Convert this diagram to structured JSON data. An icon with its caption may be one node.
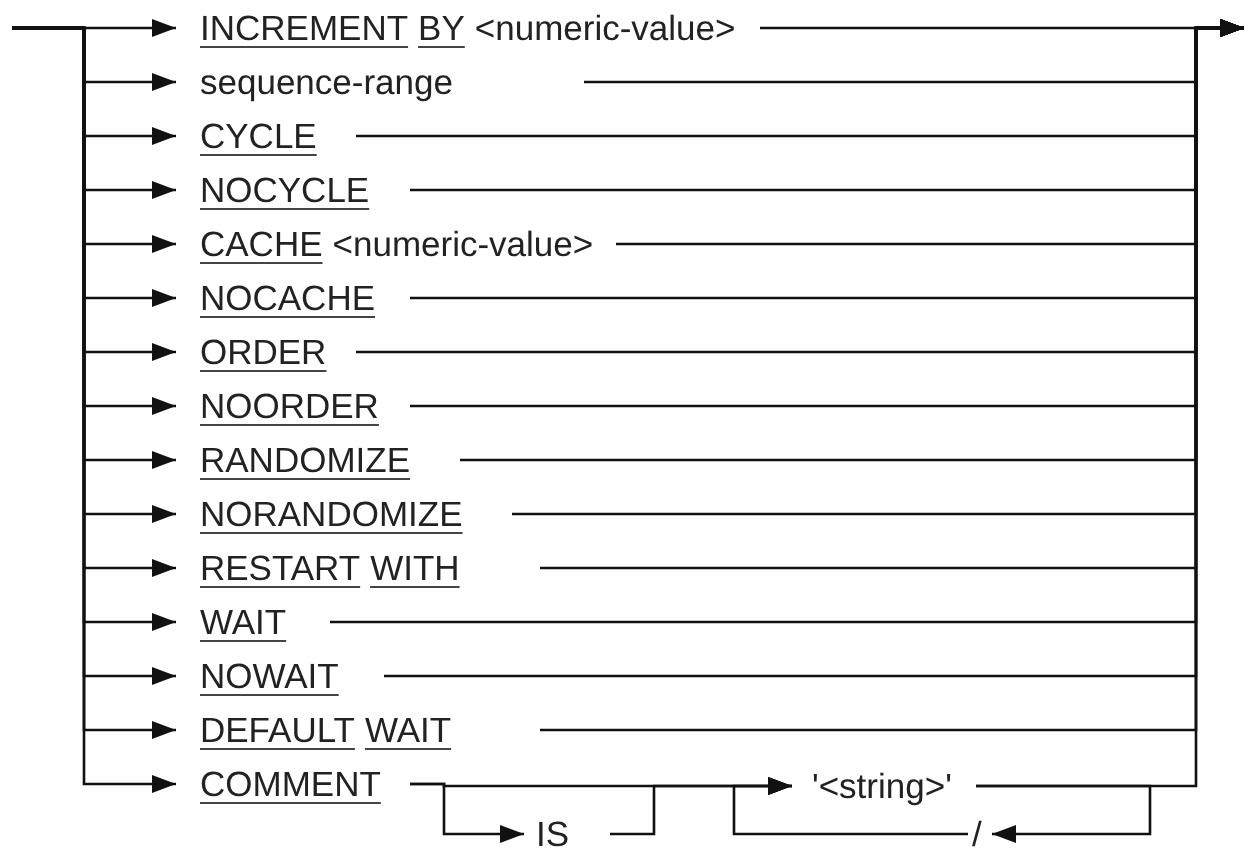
{
  "diagram": {
    "nodes": [
      {
        "text": [
          "INCREMENT",
          "BY",
          "<numeric-value>"
        ]
      },
      {
        "text": [
          "sequence-range"
        ]
      },
      {
        "text": [
          "CYCLE"
        ]
      },
      {
        "text": [
          "NOCYCLE"
        ]
      },
      {
        "text": [
          "CACHE",
          "<numeric-value>"
        ]
      },
      {
        "text": [
          "NOCACHE"
        ]
      },
      {
        "text": [
          "ORDER"
        ]
      },
      {
        "text": [
          "NOORDER"
        ]
      },
      {
        "text": [
          "RANDOMIZE"
        ]
      },
      {
        "text": [
          "NORANDOMIZE"
        ]
      },
      {
        "text": [
          "RESTART",
          "WITH"
        ]
      },
      {
        "text": [
          "WAIT"
        ]
      },
      {
        "text": [
          "NOWAIT"
        ]
      },
      {
        "text": [
          "DEFAULT",
          "WAIT"
        ]
      },
      {
        "text": [
          "COMMENT"
        ]
      },
      {
        "text": [
          "IS"
        ]
      },
      {
        "text": [
          "'<string>'"
        ]
      },
      {
        "text": [
          "/"
        ]
      }
    ],
    "edges": [
      {
        "from": null,
        "to": 0,
        "arrow": "to"
      },
      {
        "from": null,
        "to": 1,
        "arrow": "to"
      },
      {
        "from": null,
        "to": 2,
        "arrow": "to"
      },
      {
        "from": null,
        "to": 3,
        "arrow": "to"
      },
      {
        "from": null,
        "to": 4,
        "arrow": "to"
      },
      {
        "from": null,
        "to": 5,
        "arrow": "to"
      },
      {
        "from": null,
        "to": 6,
        "arrow": "to"
      },
      {
        "from": null,
        "to": 7,
        "arrow": "to"
      },
      {
        "from": null,
        "to": 8,
        "arrow": "to"
      },
      {
        "from": null,
        "to": 9,
        "arrow": "to"
      },
      {
        "from": null,
        "to": 10,
        "arrow": "to"
      },
      {
        "from": null,
        "to": 11,
        "arrow": "to"
      },
      {
        "from": null,
        "to": 12,
        "arrow": "to"
      },
      {
        "from": null,
        "to": 13,
        "arrow": "to"
      },
      {
        "from": null,
        "to": 14,
        "arrow": "to"
      },
      {
        "from": 0,
        "to": null,
        "arrow": "to"
      },
      {
        "from": 1,
        "to": null,
        "arrow": "to"
      },
      {
        "from": 2,
        "to": null,
        "arrow": "to"
      },
      {
        "from": 3,
        "to": null,
        "arrow": "to"
      },
      {
        "from": 4,
        "to": null,
        "arrow": "to"
      },
      {
        "from": 5,
        "to": null,
        "arrow": "to"
      },
      {
        "from": 6,
        "to": null,
        "arrow": "to"
      },
      {
        "from": 7,
        "to": null,
        "arrow": "to"
      },
      {
        "from": 8,
        "to": null,
        "arrow": "to"
      },
      {
        "from": 9,
        "to": null,
        "arrow": "to"
      },
      {
        "from": 10,
        "to": null,
        "arrow": "to"
      },
      {
        "from": 11,
        "to": null,
        "arrow": "to"
      },
      {
        "from": 12,
        "to": null,
        "arrow": "to"
      },
      {
        "from": 13,
        "to": null,
        "arrow": "to"
      },
      {
        "from": 14,
        "to": 15,
        "arrow": "to"
      },
      {
        "from": 14,
        "to": 16,
        "arrow": "to"
      },
      {
        "from": 15,
        "to": 16,
        "arrow": "to"
      },
      {
        "from": 16,
        "to": null,
        "arrow": "to"
      },
      {
        "from": 16,
        "to": 17,
        "arrow": "to"
      },
      {
        "from": 17,
        "to": 16,
        "arrow": "to"
      }
    ]
  }
}
